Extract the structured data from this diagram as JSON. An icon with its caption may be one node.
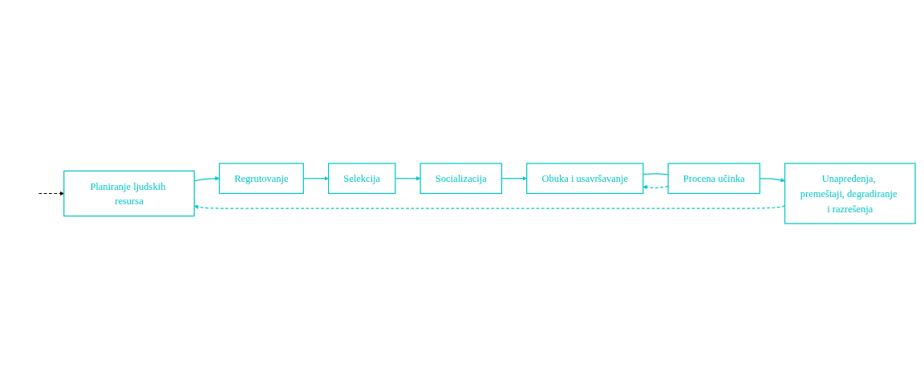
{
  "diagram": {
    "nodes": [
      {
        "text": [
          "Planiranje ljudskih resursa"
        ]
      },
      {
        "text": [
          "Regrutovanje"
        ]
      },
      {
        "text": [
          "Selekcija"
        ]
      },
      {
        "text": [
          "Socializacija"
        ]
      },
      {
        "text": [
          "Obuka i usavršavanje"
        ]
      },
      {
        "text": [
          "Procena učinka"
        ]
      },
      {
        "text": [
          "Unapređenja, premeštaji, degradiranje i razrešenja"
        ]
      }
    ],
    "edges": [
      {
        "from": 0,
        "to": 1,
        "arrow": "to"
      },
      {
        "from": 1,
        "to": 2,
        "arrow": "to"
      },
      {
        "from": 2,
        "to": 3,
        "arrow": "to"
      },
      {
        "from": 3,
        "to": 4,
        "arrow": "to"
      },
      {
        "from": 4,
        "to": 5,
        "arrow": "none"
      },
      {
        "from": 5,
        "to": 6,
        "arrow": "to"
      },
      {
        "from": 5,
        "to": 4,
        "arrow": "to",
        "style": "dashed"
      },
      {
        "from": 6,
        "to": 0,
        "arrow": "to",
        "style": "dashed"
      },
      {
        "from": null,
        "to": 0,
        "arrow": "to",
        "style": "dashed",
        "color": "#000000"
      }
    ]
  }
}
